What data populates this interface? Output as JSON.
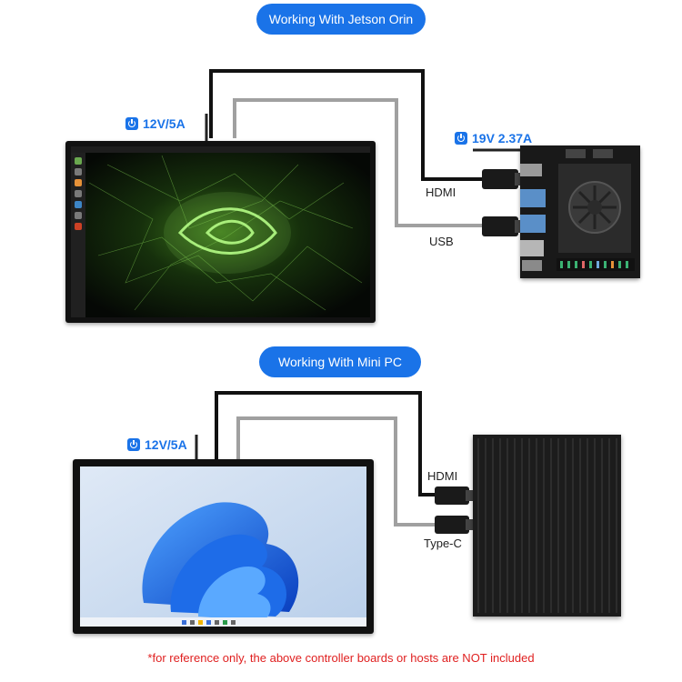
{
  "sections": [
    {
      "title": "Working With Jetson Orin",
      "display_power": "12V/5A",
      "device_power": "19V 2.37A",
      "connections": [
        "HDMI",
        "USB"
      ]
    },
    {
      "title": "Working With Mini PC",
      "display_power": "12V/5A",
      "connections": [
        "HDMI",
        "Type-C"
      ]
    }
  ],
  "footnote": "*for reference only, the above controller boards or hosts are NOT included",
  "colors": {
    "accent": "#1a73e8",
    "hdmi_cable": "#111111",
    "usb_cable": "#a0a0a0",
    "footnote": "#e02020"
  },
  "icons": [
    "power-icon"
  ]
}
